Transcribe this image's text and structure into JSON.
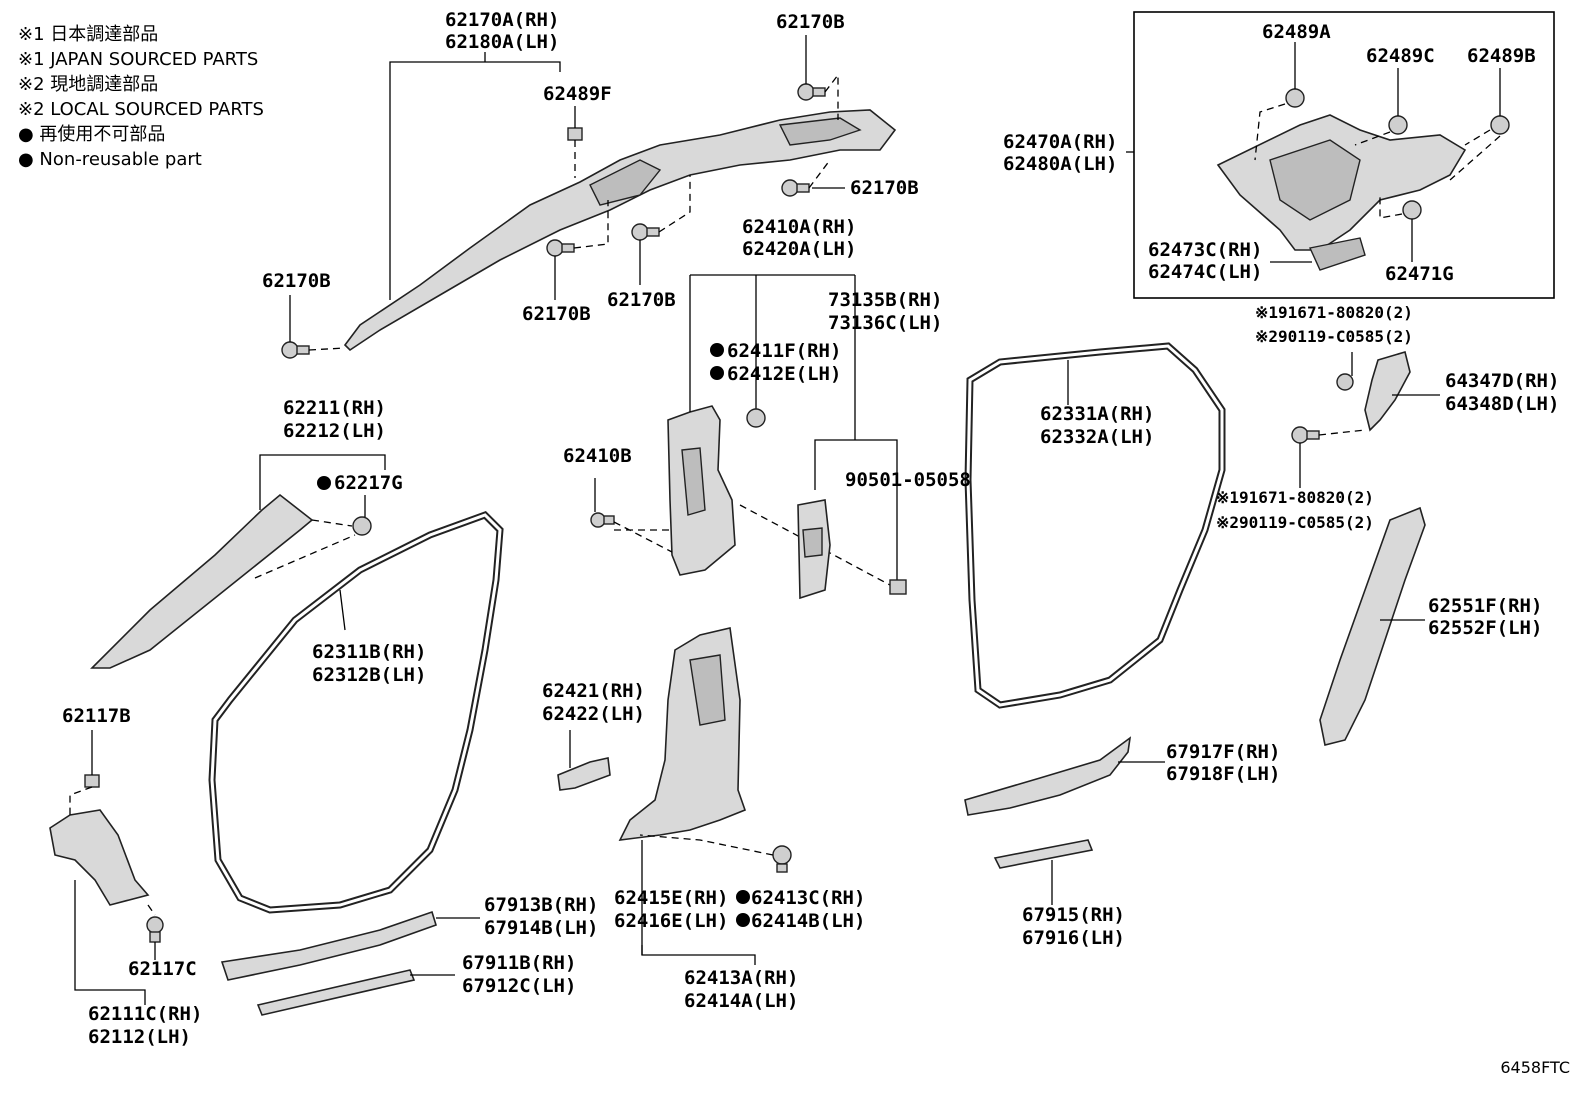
{
  "legend": [
    "※1 日本調達部品",
    "※1 JAPAN SOURCED PARTS",
    "※2 現地調達部品",
    "※2 LOCAL SOURCED PARTS",
    "● 再使用不可部品",
    "● Non-reusable part"
  ],
  "reference_code": "6458FTC",
  "labels": {
    "l62170A_RH": "62170A(RH)",
    "l62180A_LH": "62180A(LH)",
    "l62170B_top": "62170B",
    "l62489F": "62489F",
    "l62170B_right": "62170B",
    "l62170B_left": "62170B",
    "l62170B_mid1": "62170B",
    "l62170B_mid2": "62170B",
    "l62489A": "62489A",
    "l62489C": "62489C",
    "l62489B": "62489B",
    "l62470A_RH": "62470A(RH)",
    "l62480A_LH": "62480A(LH)",
    "l62473C_RH": "62473C(RH)",
    "l62474C_LH": "62474C(LH)",
    "l62471G": "62471G",
    "l62410A_RH": "62410A(RH)",
    "l62420A_LH": "62420A(LH)",
    "l73135B_RH": "73135B(RH)",
    "l73136C_LH": "73136C(LH)",
    "l62411F_RH": "62411F(RH)",
    "l62412E_LH": "62412E(LH)",
    "l62410B": "62410B",
    "l90501": "90501-05058",
    "l62211_RH": "62211(RH)",
    "l62212_LH": "62212(LH)",
    "l62217G": "62217G",
    "l62311B_RH": "62311B(RH)",
    "l62312B_LH": "62312B(LH)",
    "l62331A_RH": "62331A(RH)",
    "l62332A_LH": "62332A(LH)",
    "n1_top": "※191671-80820(2)",
    "n2_top": "※290119-C0585(2)",
    "l64347D_RH": "64347D(RH)",
    "l64348D_LH": "64348D(LH)",
    "n1_bot": "※191671-80820(2)",
    "n2_bot": "※290119-C0585(2)",
    "l62551F_RH": "62551F(RH)",
    "l62552F_LH": "62552F(LH)",
    "l62117B": "62117B",
    "l62117C": "62117C",
    "l62111C_RH": "62111C(RH)",
    "l62112_LH": "62112(LH)",
    "l62421_RH": "62421(RH)",
    "l62422_LH": "62422(LH)",
    "l67917F_RH": "67917F(RH)",
    "l67918F_LH": "67918F(LH)",
    "l62415E_RH": "62415E(RH)",
    "l62416E_LH": "62416E(LH)",
    "l62413C_RH": "62413C(RH)",
    "l62414B_LH": "62414B(LH)",
    "l62413A_RH": "62413A(RH)",
    "l62414A_LH": "62414A(LH)",
    "l67913B_RH": "67913B(RH)",
    "l67914B_LH": "67914B(LH)",
    "l67911B_RH": "67911B(RH)",
    "l67912C_LH": "67912C(LH)",
    "l67915_RH": "67915(RH)",
    "l67916_LH": "67916(LH)"
  }
}
